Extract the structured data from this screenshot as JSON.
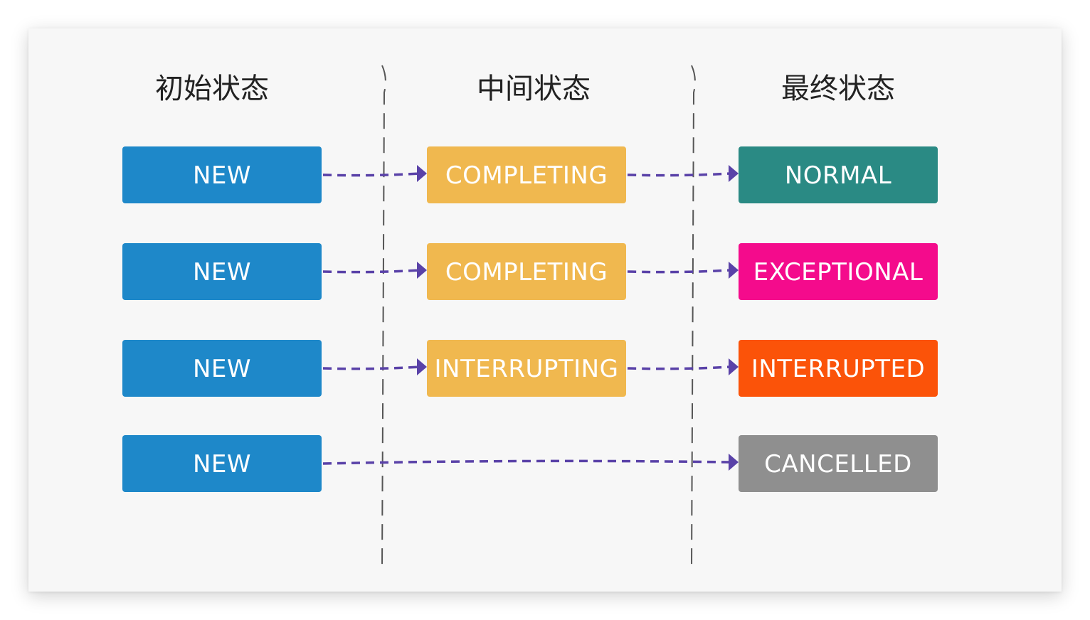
{
  "columns": {
    "initial": "初始状态",
    "intermediate": "中间状态",
    "final": "最终状态"
  },
  "rows": [
    {
      "from": "NEW",
      "via": "COMPLETING",
      "to": "NORMAL"
    },
    {
      "from": "NEW",
      "via": "COMPLETING",
      "to": "EXCEPTIONAL"
    },
    {
      "from": "NEW",
      "via": "INTERRUPTING",
      "to": "INTERRUPTED"
    },
    {
      "from": "NEW",
      "via": null,
      "to": "CANCELLED"
    }
  ],
  "colors": {
    "new": "#1e88c9",
    "intermediate": "#f0b84f",
    "normal": "#2a8a84",
    "exceptional": "#f40b8c",
    "interrupted": "#fb5309",
    "cancelled": "#8f8f8f",
    "arrow": "#5a42a8",
    "divider": "#555555"
  }
}
